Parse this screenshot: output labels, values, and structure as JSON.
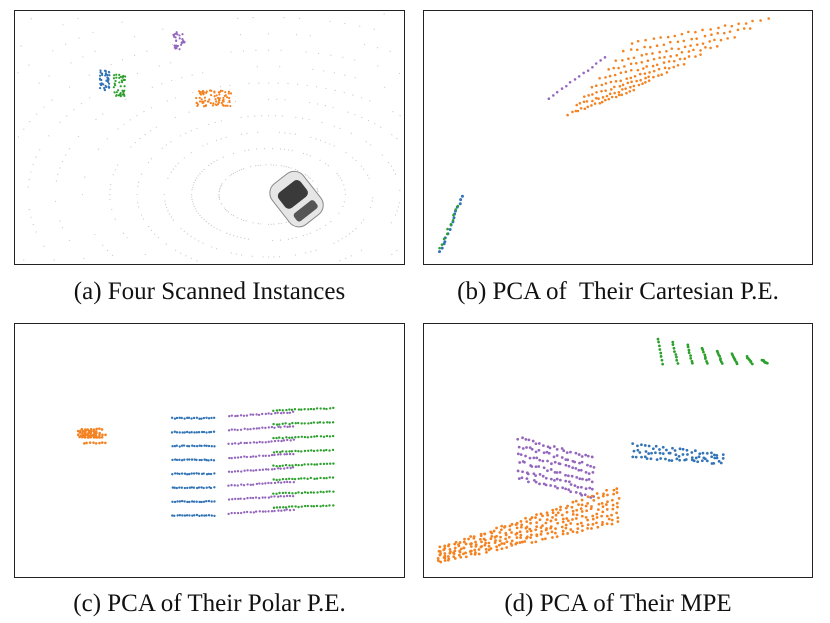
{
  "colors": {
    "blue": "#3274b5",
    "orange": "#f58220",
    "green": "#2ca02c",
    "purple": "#9467bd",
    "gray": "#c8c8c8"
  },
  "panels": [
    {
      "id": "a",
      "caption": "(a) Four Scanned Instances"
    },
    {
      "id": "b",
      "caption": "(b) PCA of  Their Cartesian P.E."
    },
    {
      "id": "c",
      "caption": "(c) PCA of Their Polar P.E."
    },
    {
      "id": "d",
      "caption": "(d) PCA of Their MPE"
    }
  ]
}
